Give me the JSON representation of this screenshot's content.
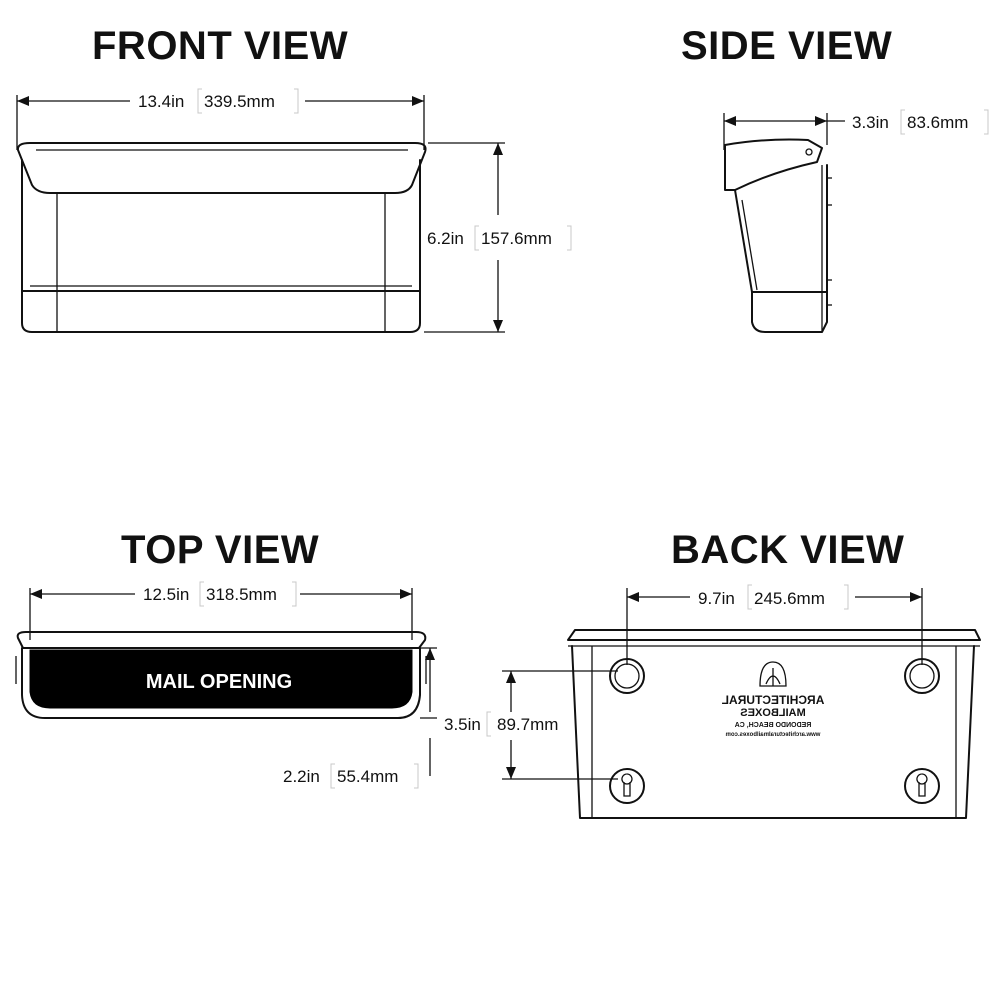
{
  "views": {
    "front": {
      "title": "FRONT VIEW",
      "width": {
        "in": "13.4in",
        "mm": "339.5mm"
      },
      "height": {
        "in": "6.2in",
        "mm": "157.6mm"
      }
    },
    "side": {
      "title": "SIDE VIEW",
      "depth": {
        "in": "3.3in",
        "mm": "83.6mm"
      }
    },
    "top": {
      "title": "TOP VIEW",
      "width": {
        "in": "12.5in",
        "mm": "318.5mm"
      },
      "opening_label": "MAIL OPENING",
      "opening_depth": {
        "in": "3.5in",
        "mm": "89.7mm"
      },
      "lower_depth": {
        "in": "2.2in",
        "mm": "55.4mm"
      }
    },
    "back": {
      "title": "BACK VIEW",
      "hole_spacing_h": {
        "in": "9.7in",
        "mm": "245.6mm"
      },
      "hole_spacing_v": {
        "in": "3.5in",
        "mm": "89.7mm"
      },
      "logo": {
        "line1": "ARCHITECTURAL",
        "line2": "MAILBOXES",
        "line3": "REDONDO BEACH, CA",
        "line4": "www.architecturalmailboxes.com"
      }
    }
  },
  "colors": {
    "line": "#111111",
    "bracket": "#c8c8c8",
    "fill": "#000000",
    "background": "#ffffff"
  }
}
